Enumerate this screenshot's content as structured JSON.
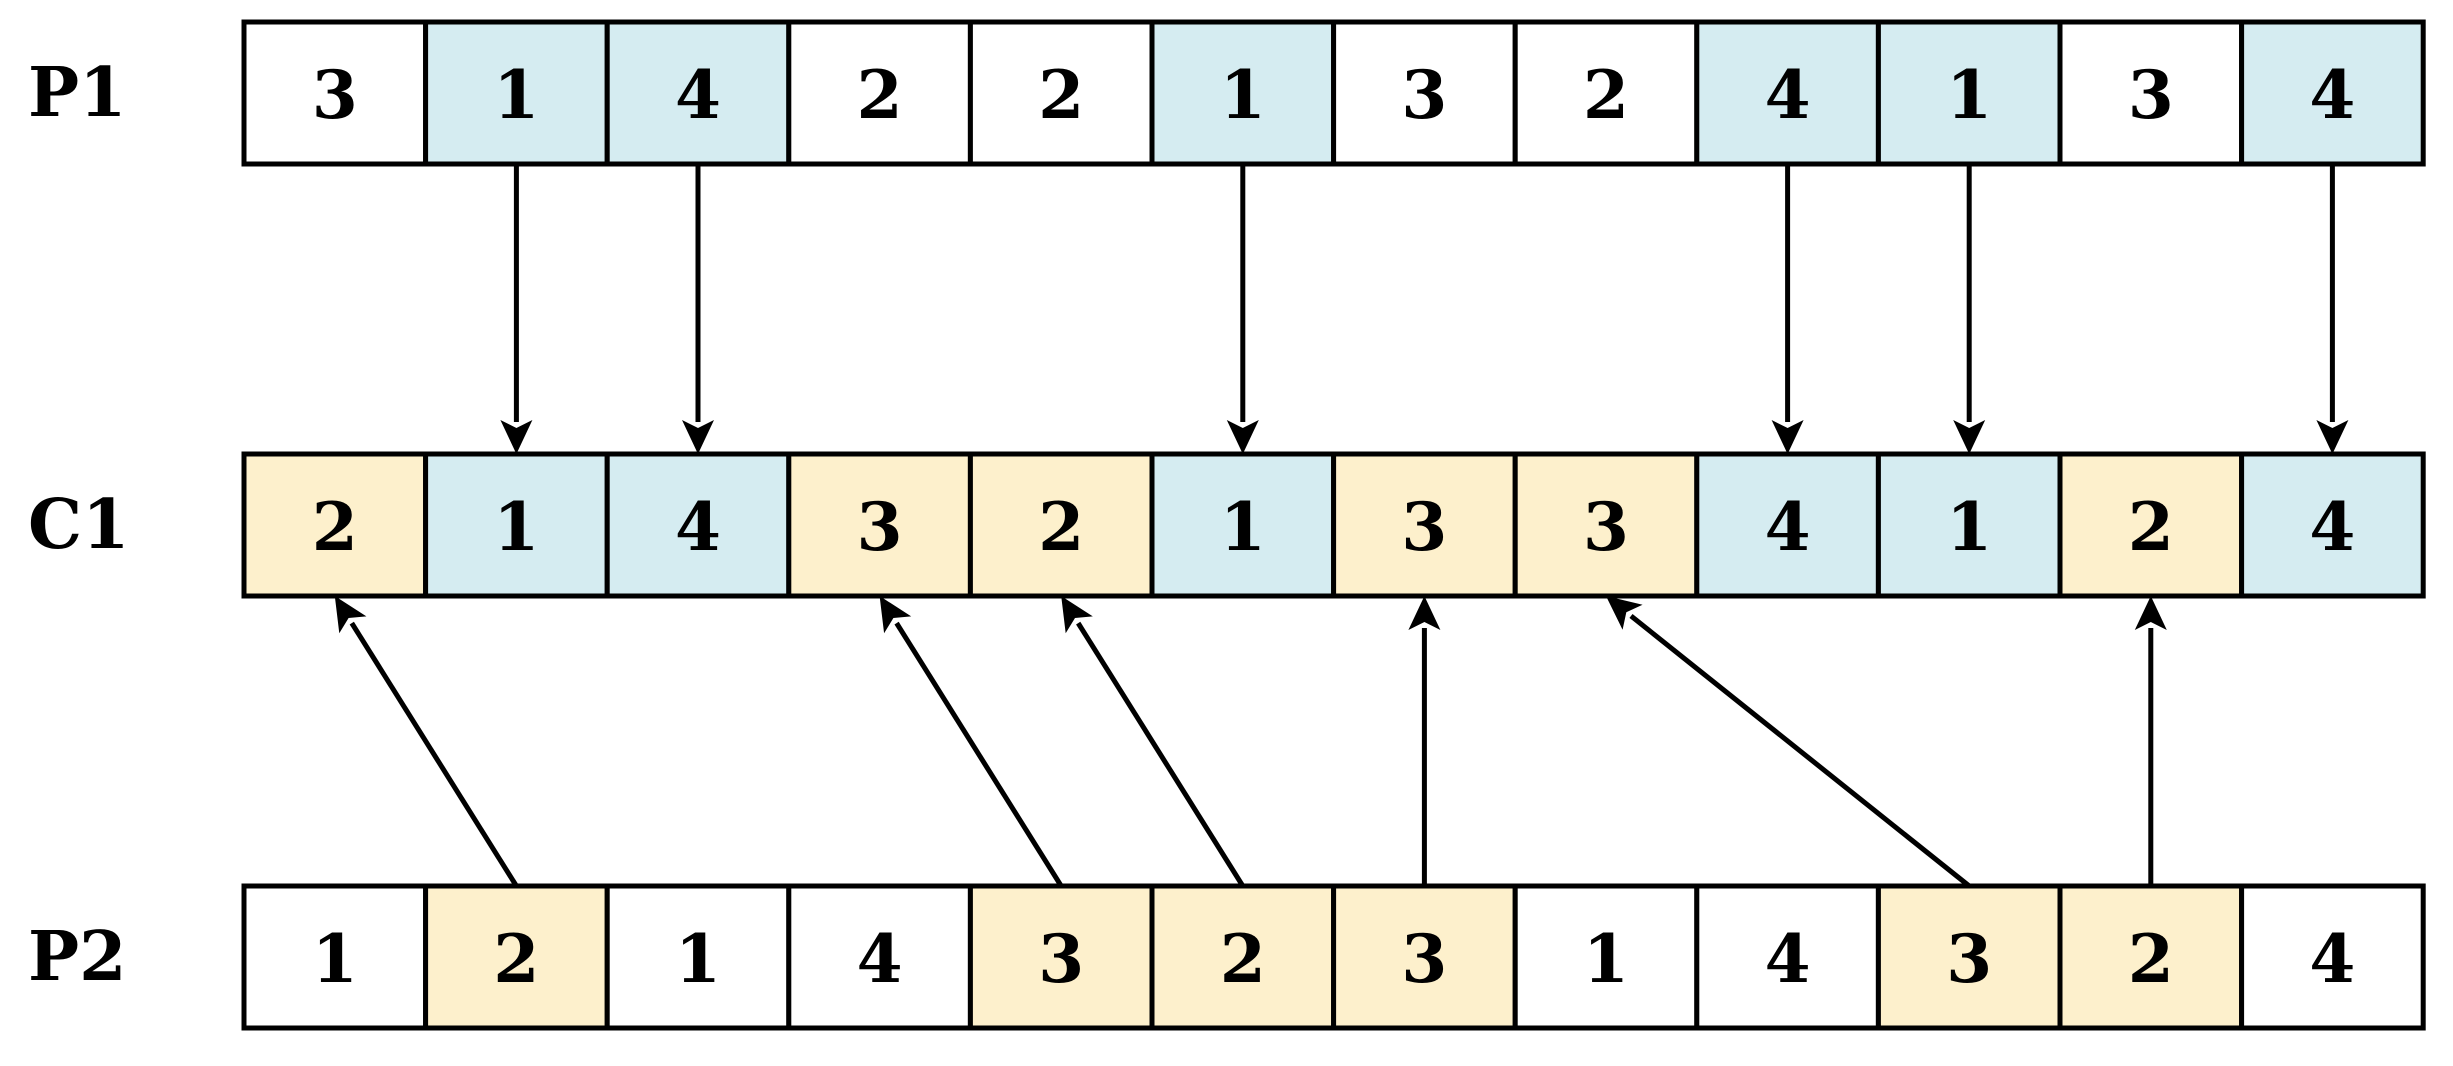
{
  "colors": {
    "white": "#ffffff",
    "blue": "#d5ecf1",
    "yellow": "#fdf0cc",
    "stroke": "#000000"
  },
  "rows": [
    {
      "id": "p1",
      "label": "P1",
      "values": [
        "3",
        "1",
        "4",
        "2",
        "2",
        "1",
        "3",
        "2",
        "4",
        "1",
        "3",
        "4"
      ],
      "fills": [
        "white",
        "blue",
        "blue",
        "white",
        "white",
        "blue",
        "white",
        "white",
        "blue",
        "blue",
        "white",
        "blue"
      ]
    },
    {
      "id": "c1",
      "label": "C1",
      "values": [
        "2",
        "1",
        "4",
        "3",
        "2",
        "1",
        "3",
        "3",
        "4",
        "1",
        "2",
        "4"
      ],
      "fills": [
        "yellow",
        "blue",
        "blue",
        "yellow",
        "yellow",
        "blue",
        "yellow",
        "yellow",
        "blue",
        "blue",
        "yellow",
        "blue"
      ]
    },
    {
      "id": "p2",
      "label": "P2",
      "values": [
        "1",
        "2",
        "1",
        "4",
        "3",
        "2",
        "3",
        "1",
        "4",
        "3",
        "2",
        "4"
      ],
      "fills": [
        "white",
        "yellow",
        "white",
        "white",
        "yellow",
        "yellow",
        "yellow",
        "white",
        "white",
        "yellow",
        "yellow",
        "white"
      ]
    }
  ],
  "arrows": [
    {
      "from_row": "p1",
      "from_index": 1,
      "to_row": "c1",
      "to_index": 1
    },
    {
      "from_row": "p1",
      "from_index": 2,
      "to_row": "c1",
      "to_index": 2
    },
    {
      "from_row": "p1",
      "from_index": 5,
      "to_row": "c1",
      "to_index": 5
    },
    {
      "from_row": "p1",
      "from_index": 8,
      "to_row": "c1",
      "to_index": 8
    },
    {
      "from_row": "p1",
      "from_index": 9,
      "to_row": "c1",
      "to_index": 9
    },
    {
      "from_row": "p1",
      "from_index": 11,
      "to_row": "c1",
      "to_index": 11
    },
    {
      "from_row": "p2",
      "from_index": 1,
      "to_row": "c1",
      "to_index": 0
    },
    {
      "from_row": "p2",
      "from_index": 4,
      "to_row": "c1",
      "to_index": 3
    },
    {
      "from_row": "p2",
      "from_index": 5,
      "to_row": "c1",
      "to_index": 4
    },
    {
      "from_row": "p2",
      "from_index": 6,
      "to_row": "c1",
      "to_index": 6
    },
    {
      "from_row": "p2",
      "from_index": 9,
      "to_row": "c1",
      "to_index": 7
    },
    {
      "from_row": "p2",
      "from_index": 10,
      "to_row": "c1",
      "to_index": 10
    }
  ]
}
